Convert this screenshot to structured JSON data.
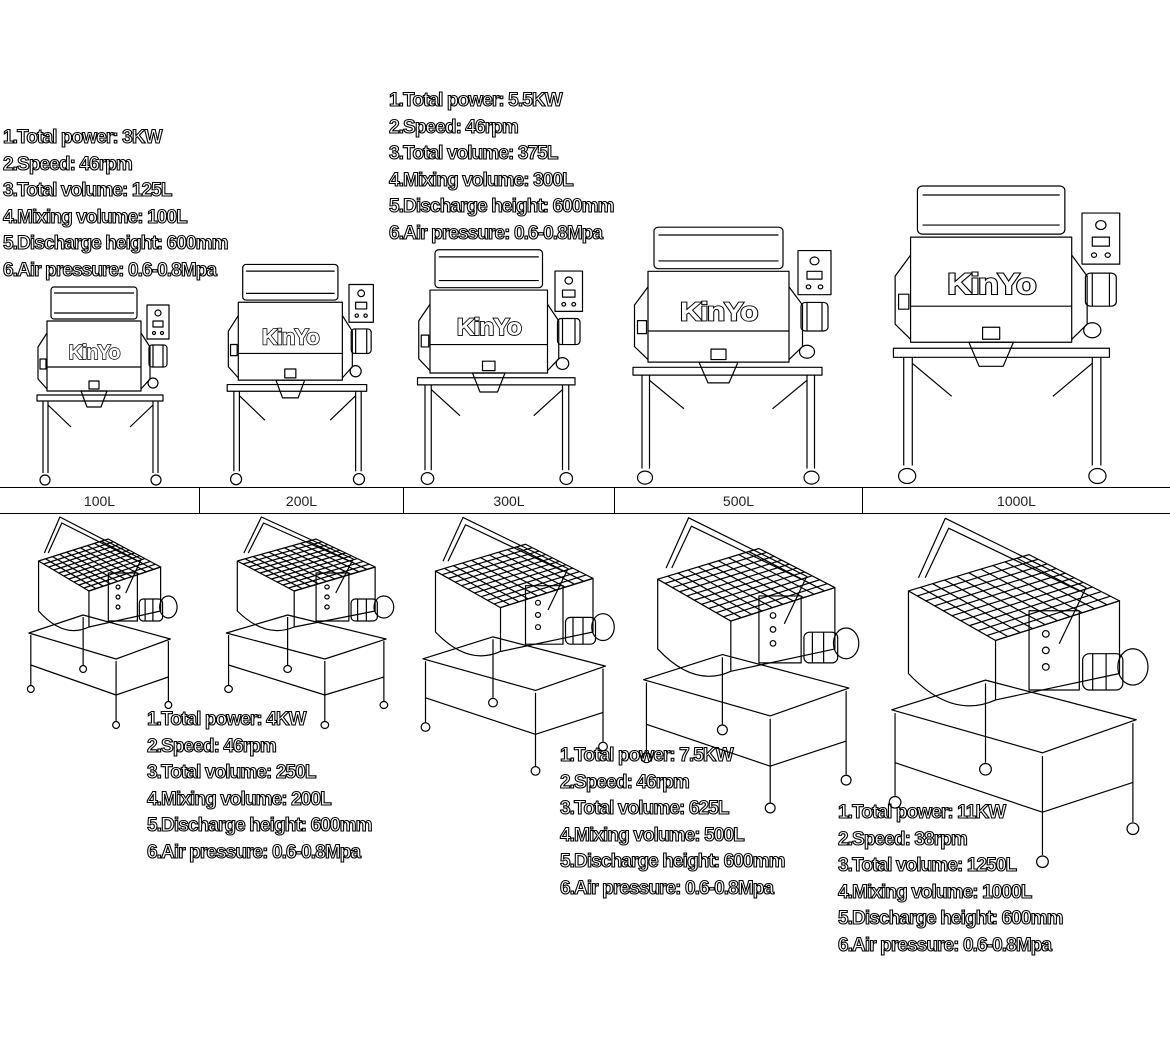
{
  "models": [
    {
      "capacity": "100L",
      "specs": [
        "1.Total power: 3KW",
        "2.Speed: 46rpm",
        "3.Total volume: 125L",
        "4.Mixing volume: 100L",
        "5.Discharge height: 600mm",
        "6.Air pressure: 0.6-0.8Mpa"
      ]
    },
    {
      "capacity": "200L",
      "specs": [
        "1.Total power: 4KW",
        "2.Speed: 46rpm",
        "3.Total volume: 250L",
        "4.Mixing volume: 200L",
        "5.Discharge height: 600mm",
        "6.Air pressure: 0.6-0.8Mpa"
      ]
    },
    {
      "capacity": "300L",
      "specs": [
        "1.Total power: 5.5KW",
        "2.Speed: 46rpm",
        "3.Total volume: 375L",
        "4.Mixing volume: 300L",
        "5.Discharge height: 600mm",
        "6.Air pressure: 0.6-0.8Mpa"
      ]
    },
    {
      "capacity": "500L",
      "specs": [
        "1.Total power: 7.5KW",
        "2.Speed: 46rpm",
        "3.Total volume: 625L",
        "4.Mixing volume: 500L",
        "5.Discharge height: 600mm",
        "6.Air pressure: 0.6-0.8Mpa"
      ]
    },
    {
      "capacity": "1000L",
      "specs": [
        "1.Total power: 11KW",
        "2.Speed: 38rpm",
        "3.Total volume: 1250L",
        "4.Mixing volume: 1000L",
        "5.Discharge height: 600mm",
        "6.Air pressure: 0.6-0.8Mpa"
      ]
    }
  ],
  "brand": "KinYo"
}
